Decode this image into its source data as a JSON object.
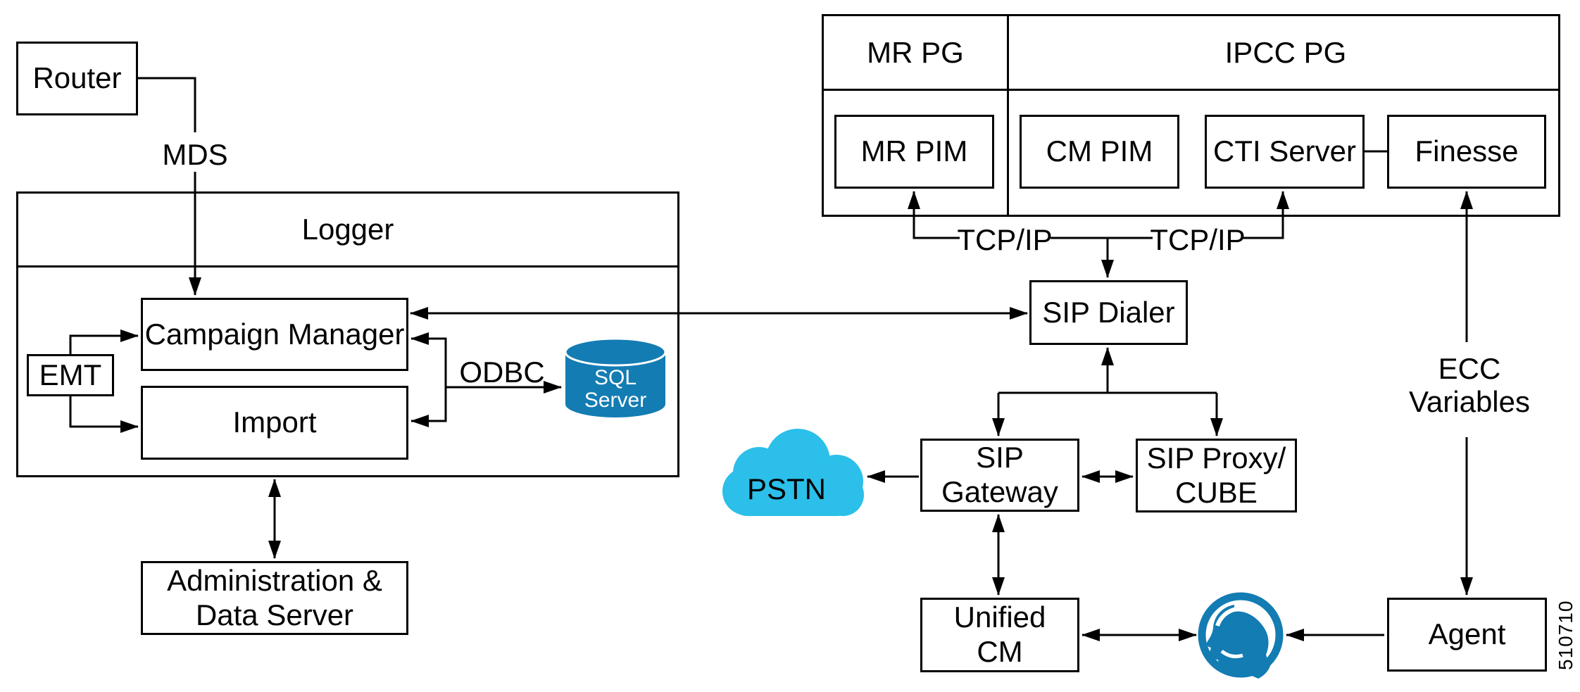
{
  "figure": {
    "artwork_id": "510710"
  },
  "colors": {
    "accent_blue": "#137cb3",
    "cloud_cyan": "#2bbfe9",
    "line_black": "#000000",
    "box_background": "#ffffff"
  },
  "boxes": {
    "router": {
      "label": "Router"
    },
    "logger": {
      "label": "Logger"
    },
    "campaign_manager": {
      "label": "Campaign Manager"
    },
    "import": {
      "label": "Import"
    },
    "emt": {
      "label": "EMT"
    },
    "admin_server": {
      "line1": "Administration &",
      "line2": "Data Server"
    },
    "mr_pg": {
      "label": "MR PG"
    },
    "ipcc_pg": {
      "label": "IPCC PG"
    },
    "mr_pim": {
      "label": "MR PIM"
    },
    "cm_pim": {
      "label": "CM PIM"
    },
    "cti_server": {
      "label": "CTI Server"
    },
    "finesse": {
      "label": "Finesse"
    },
    "sip_dialer": {
      "label": "SIP Dialer"
    },
    "sip_gateway": {
      "line1": "SIP",
      "line2": "Gateway"
    },
    "sip_proxy_cube": {
      "line1": "SIP Proxy/",
      "line2": "CUBE"
    },
    "unified_cm": {
      "line1": "Unified",
      "line2": "CM"
    },
    "agent": {
      "label": "Agent"
    }
  },
  "labels": {
    "mds": "MDS",
    "odbc": "ODBC",
    "tcpip_left": "TCP/IP",
    "tcpip_right": "TCP/IP",
    "ecc_line1": "ECC",
    "ecc_line2": "Variables",
    "pstn": "PSTN",
    "sql_line1": "SQL",
    "sql_line2": "Server"
  }
}
